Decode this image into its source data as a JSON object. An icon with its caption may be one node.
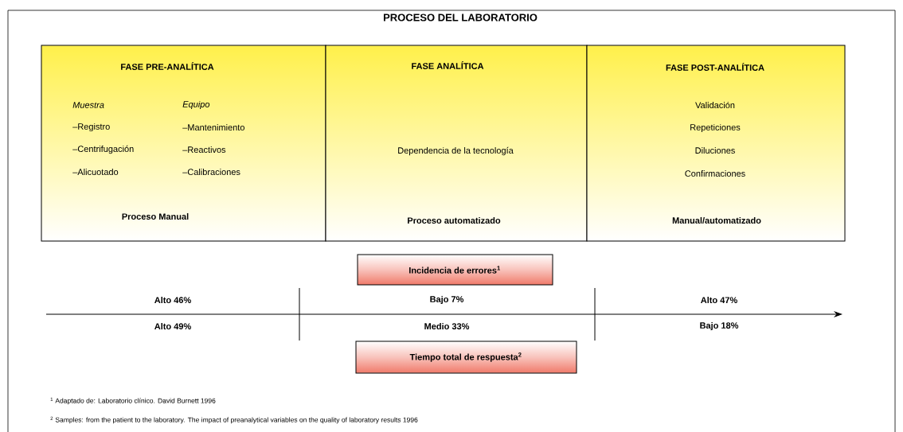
{
  "diagram": {
    "title": "PROCESO DEL LABORATORIO",
    "nodes": [
      {
        "text": [
          "FASE PRE-ANALÍTICA",
          "Muestra",
          "Equipo",
          "–Registro",
          "–Mantenimiento",
          "–Centrifugación",
          "–Reactivos",
          "–Alicuotado",
          "–Calibraciones",
          "Proceso Manual"
        ]
      },
      {
        "text": [
          "FASE ANALÍTICA",
          "Dependencia de la tecnología",
          "Proceso automatizado"
        ]
      },
      {
        "text": [
          "FASE POST-ANALÍTICA",
          "Validación",
          "Repeticiones",
          "Diluciones",
          "Confirmaciones",
          "Manual/automatizado"
        ]
      },
      {
        "text": [
          "Incidencia de errores$^{1}$"
        ]
      },
      {
        "text": [
          "Tiempo total de respuesta$^{2}$"
        ]
      }
    ],
    "labels": [
      "Alto 46%",
      "Bajo 7%",
      "Alto 47%",
      "Alto 49%",
      "Medio 33%",
      "Bajo 18%",
      "$^{1}$ Adaptado de: Laboratorio clínico. David Burnett 1996",
      "$^{2}$ Samples: from the patient to the laboratory. The impact of preanalytical variables on the quality of laboratory results 1996"
    ]
  }
}
